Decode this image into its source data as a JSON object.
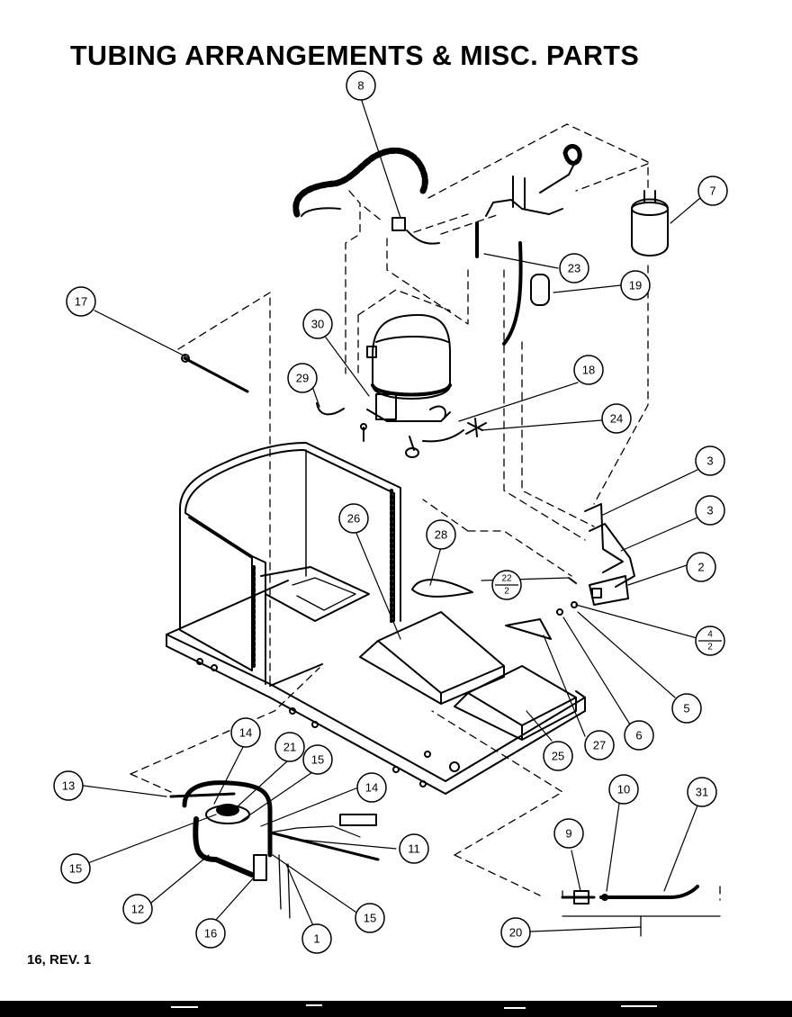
{
  "diagram": {
    "title": "TUBING ARRANGEMENTS & MISC. PARTS",
    "footer": "16, REV. 1",
    "callouts": [
      {
        "id": "c8",
        "label": "8"
      },
      {
        "id": "c7",
        "label": "7"
      },
      {
        "id": "c23",
        "label": "23"
      },
      {
        "id": "c19",
        "label": "19"
      },
      {
        "id": "c17",
        "label": "17"
      },
      {
        "id": "c30",
        "label": "30"
      },
      {
        "id": "c29",
        "label": "29"
      },
      {
        "id": "c18",
        "label": "18"
      },
      {
        "id": "c24",
        "label": "24"
      },
      {
        "id": "c3a",
        "label": "3"
      },
      {
        "id": "c3b",
        "label": "3"
      },
      {
        "id": "c2",
        "label": "2"
      },
      {
        "id": "c26",
        "label": "26"
      },
      {
        "id": "c28",
        "label": "28"
      },
      {
        "id": "c5",
        "label": "5"
      },
      {
        "id": "c6",
        "label": "6"
      },
      {
        "id": "c27",
        "label": "27"
      },
      {
        "id": "c25",
        "label": "25"
      },
      {
        "id": "c14a",
        "label": "14"
      },
      {
        "id": "c21",
        "label": "21"
      },
      {
        "id": "c15a",
        "label": "15"
      },
      {
        "id": "c14b",
        "label": "14"
      },
      {
        "id": "c13",
        "label": "13"
      },
      {
        "id": "c15b",
        "label": "15"
      },
      {
        "id": "c11",
        "label": "11"
      },
      {
        "id": "c12",
        "label": "12"
      },
      {
        "id": "c16",
        "label": "16"
      },
      {
        "id": "c1",
        "label": "1"
      },
      {
        "id": "c15c",
        "label": "15"
      },
      {
        "id": "c9",
        "label": "9"
      },
      {
        "id": "c10",
        "label": "10"
      },
      {
        "id": "c31",
        "label": "31"
      },
      {
        "id": "c20",
        "label": "20"
      }
    ],
    "fraction_callouts": [
      {
        "id": "f22",
        "numerator": "22",
        "denominator": "2"
      },
      {
        "id": "f4",
        "numerator": "4",
        "denominator": "2"
      }
    ]
  }
}
